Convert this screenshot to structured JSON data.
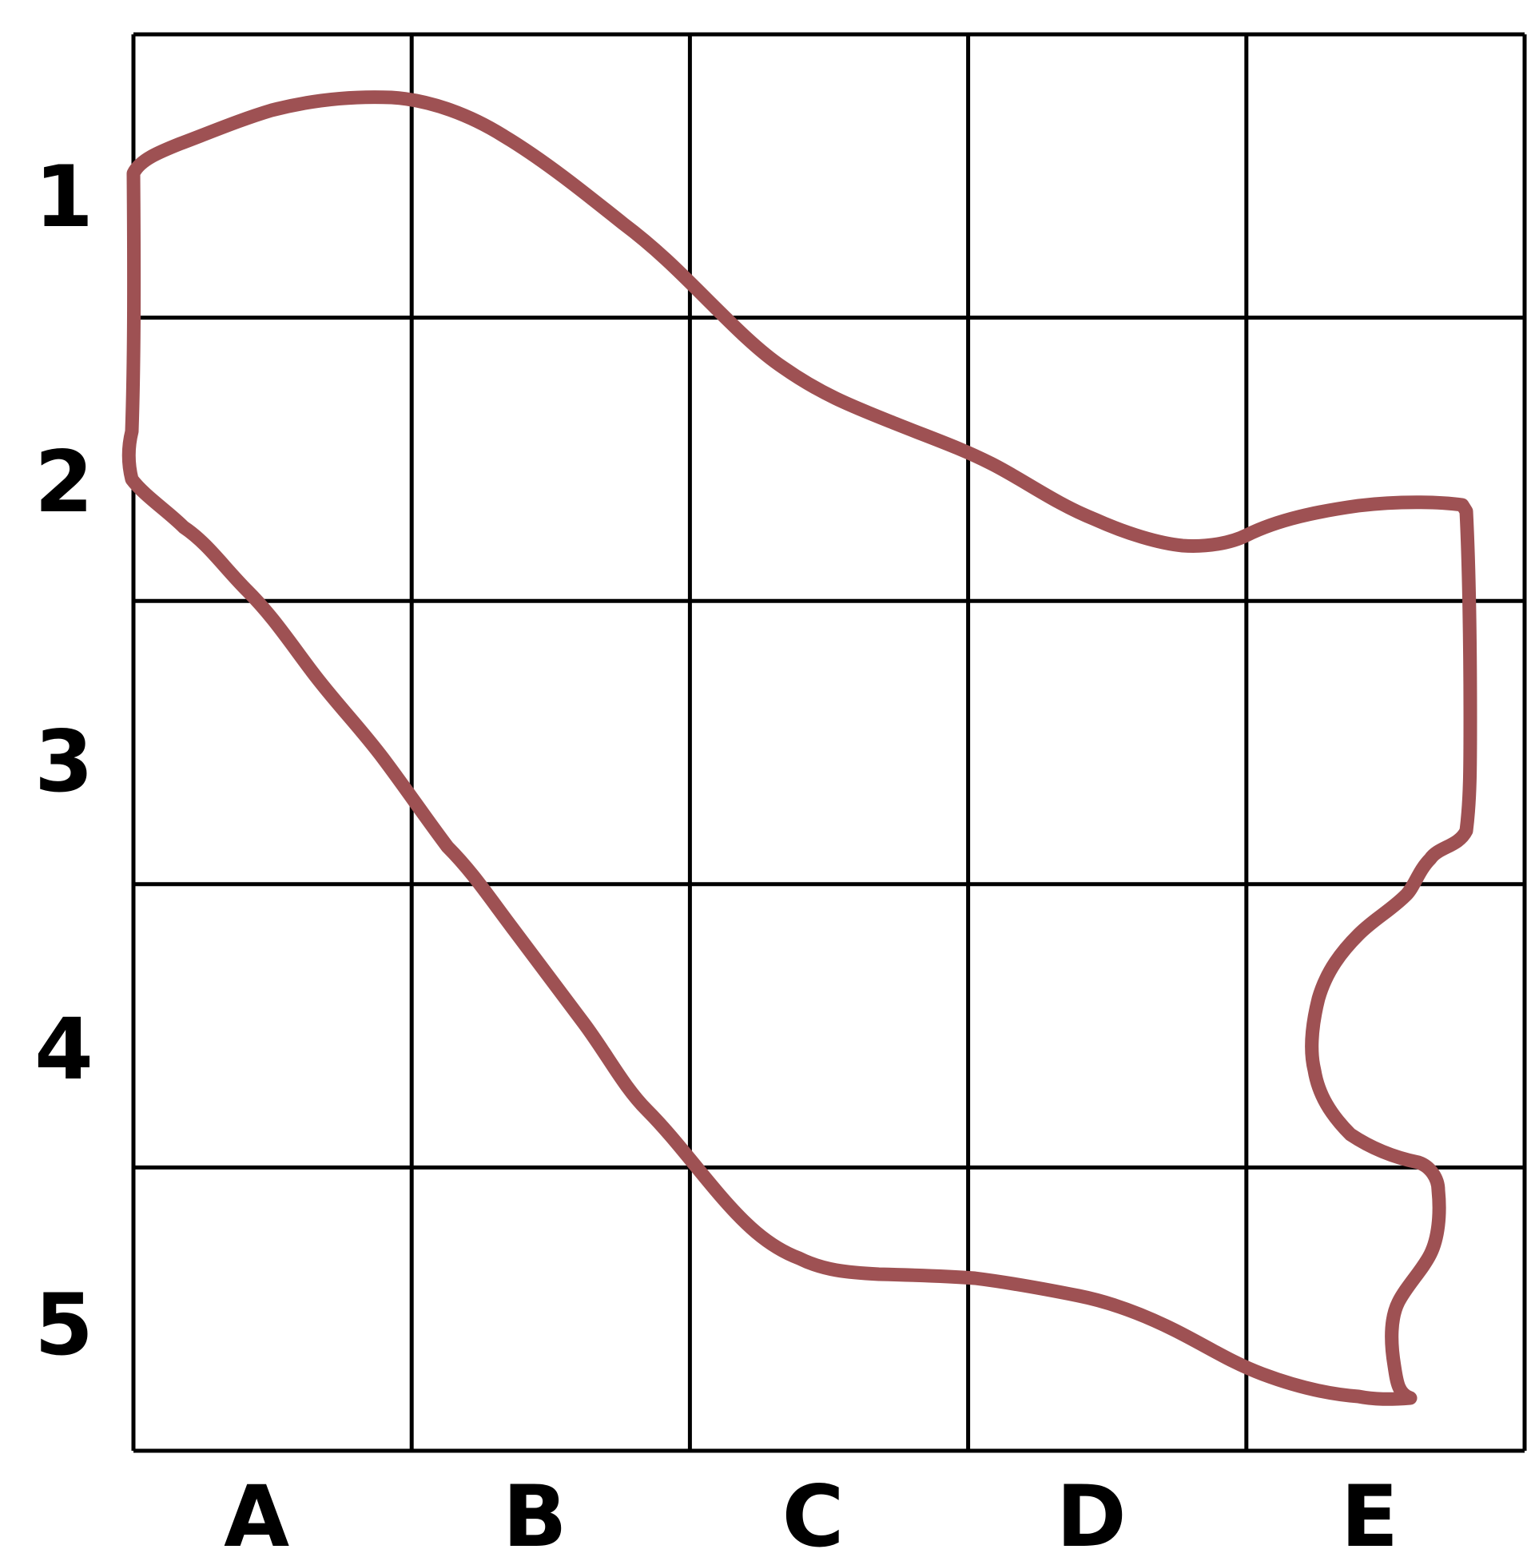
{
  "grid": {
    "columns": [
      "A",
      "B",
      "C",
      "D",
      "E"
    ],
    "rows": [
      "1",
      "2",
      "3",
      "4",
      "5"
    ]
  },
  "colors": {
    "grid_line": "#000000",
    "label": "#000000",
    "shape_outline": "#9e5153",
    "background": "#ffffff"
  },
  "shape": {
    "name": "region-outline",
    "cells_covered": [
      "A1",
      "B1",
      "C1",
      "A2",
      "B2",
      "C2",
      "D2",
      "E2",
      "A3",
      "B3",
      "C3",
      "D3",
      "E3",
      "B4",
      "C4",
      "D4",
      "E4",
      "C5",
      "D5",
      "E5"
    ]
  }
}
